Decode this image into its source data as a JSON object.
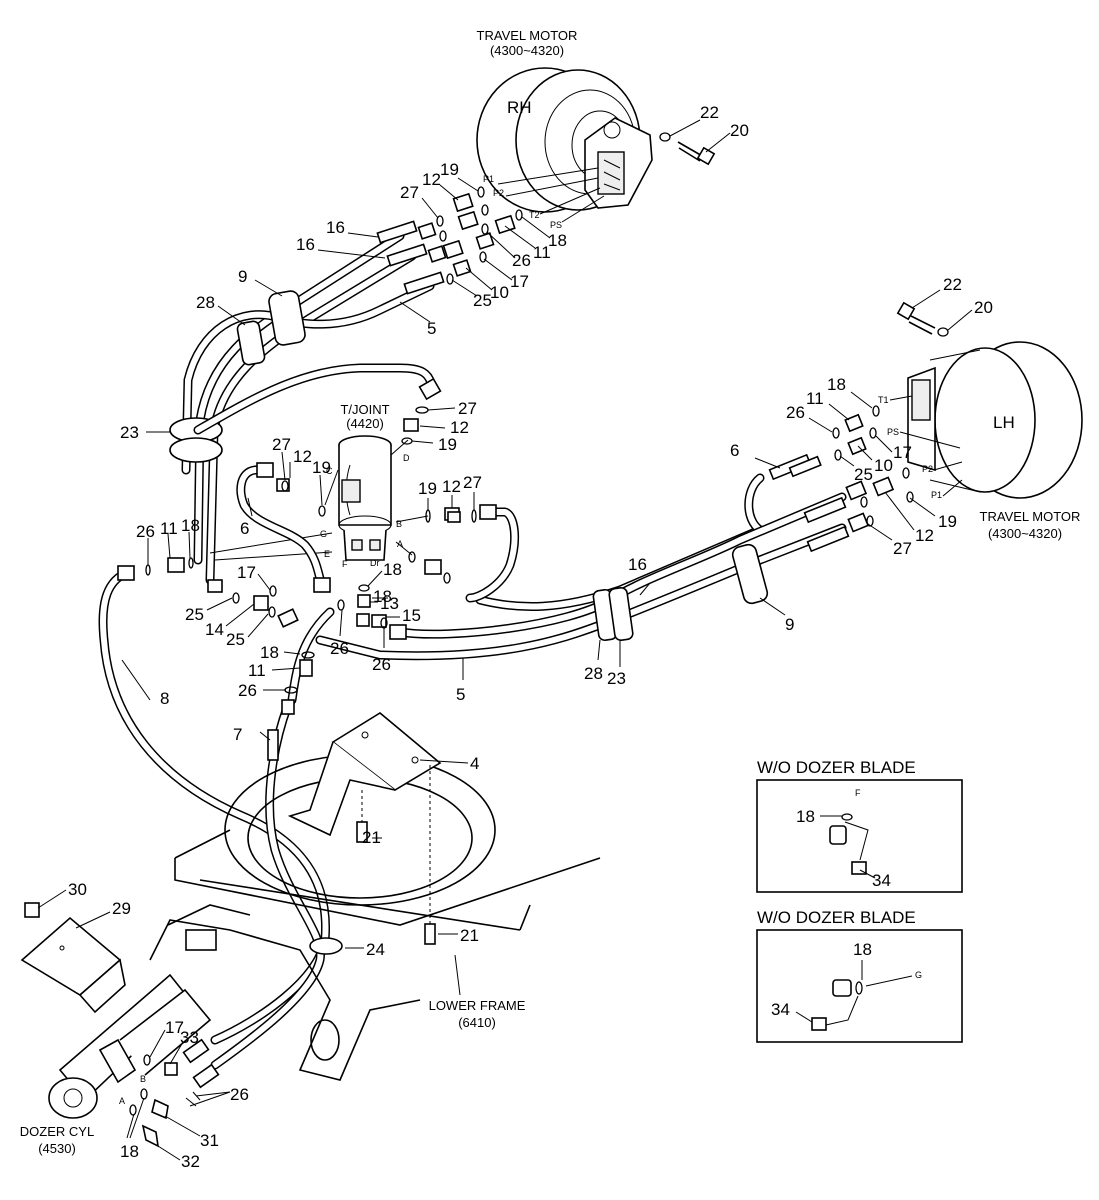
{
  "title": "",
  "components": {
    "travel_motor_rh": {
      "title": "TRAVEL MOTOR",
      "code": "(4300~4320)",
      "side": "RH"
    },
    "travel_motor_lh": {
      "title": "TRAVEL MOTOR",
      "code": "(4300~4320)",
      "side": "LH"
    },
    "turning_joint": {
      "title": "T/JOINT",
      "code": "(4420)"
    },
    "dozer_cylinder": {
      "title": "DOZER CYL",
      "code": "(4530)"
    },
    "lower_frame": {
      "title": "LOWER FRAME",
      "code": "(6410)"
    }
  },
  "insets": [
    {
      "title": "W/O DOZER BLADE",
      "port": "F",
      "parts": [
        "18",
        "34"
      ]
    },
    {
      "title": "W/O DOZER BLADE",
      "port": "G",
      "parts": [
        "18",
        "34"
      ]
    }
  ],
  "port_labels": {
    "rh_motor": [
      "P1",
      "P2",
      "T2",
      "PS"
    ],
    "lh_motor": [
      "T1",
      "PS",
      "P2",
      "P1"
    ],
    "joint": [
      "C",
      "D",
      "B",
      "G",
      "E",
      "A",
      "F",
      "Dr"
    ],
    "dozer": [
      "B",
      "A"
    ]
  },
  "part_callouts": [
    "22",
    "20",
    "19",
    "12",
    "27",
    "16",
    "16",
    "9",
    "28",
    "23",
    "5",
    "18",
    "11",
    "26",
    "17",
    "10",
    "25",
    "22",
    "20",
    "18",
    "11",
    "26",
    "17",
    "10",
    "25",
    "6",
    "19",
    "12",
    "27",
    "16",
    "9",
    "28",
    "23",
    "27",
    "12",
    "19",
    "27",
    "12",
    "19",
    "12",
    "27",
    "19",
    "6",
    "26",
    "11",
    "18",
    "17",
    "25",
    "14",
    "25",
    "18",
    "13",
    "18",
    "15",
    "26",
    "26",
    "5",
    "18",
    "11",
    "26",
    "8",
    "7",
    "4",
    "21",
    "21",
    "24",
    "30",
    "29",
    "17",
    "33",
    "26",
    "31",
    "32",
    "18"
  ]
}
